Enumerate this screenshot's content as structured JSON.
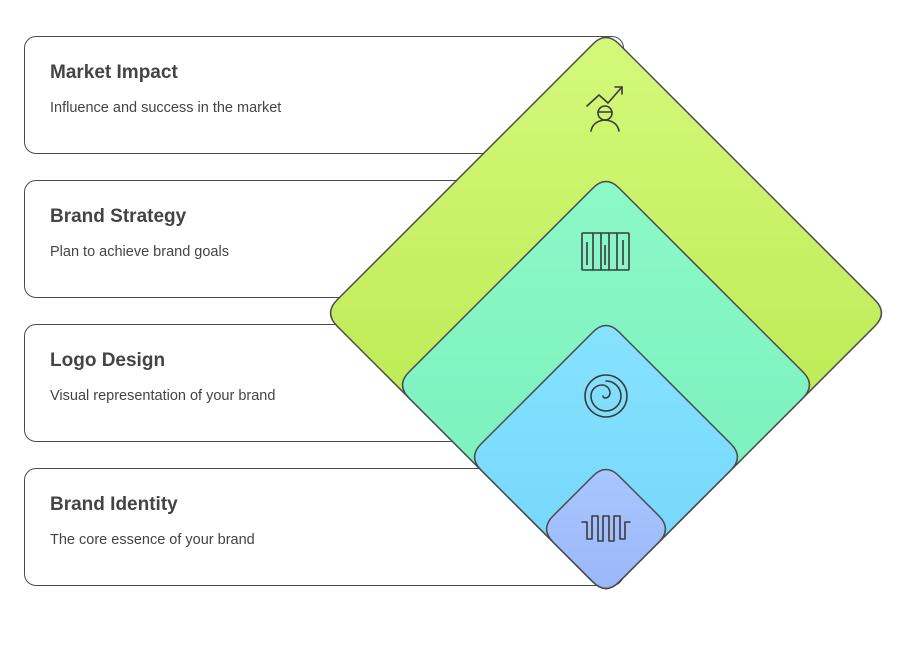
{
  "layers": [
    {
      "title": "Market Impact",
      "description": "Influence and success in the market",
      "icon": "growth-person-icon",
      "color": "#c5ef64"
    },
    {
      "title": "Brand Strategy",
      "description": "Plan to achieve brand goals",
      "icon": "columns-plan-icon",
      "color": "#83f6c4"
    },
    {
      "title": "Logo Design",
      "description": "Visual representation of your brand",
      "icon": "spiral-logo-icon",
      "color": "#7ddcfd"
    },
    {
      "title": "Brand Identity",
      "description": "The core essence of your brand",
      "icon": "waveform-core-icon",
      "color": "#a1c0fc"
    }
  ]
}
